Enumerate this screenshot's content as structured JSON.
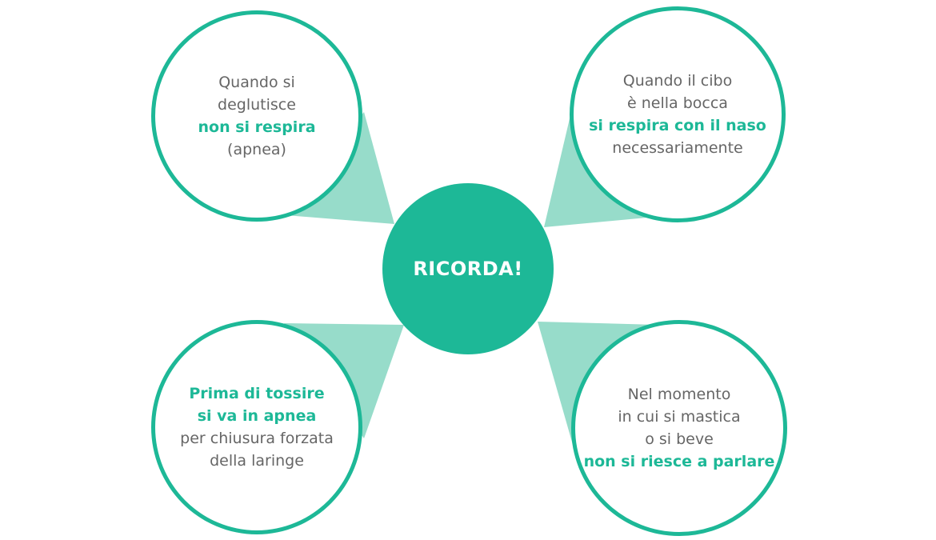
{
  "colors": {
    "primary": "#1db897",
    "connector": "#97dcca",
    "text": "#666666",
    "background": "#ffffff"
  },
  "center": {
    "label": "RICORDA!"
  },
  "bubbles": {
    "top_left": {
      "lines": [
        {
          "text": "Quando si",
          "highlight": false
        },
        {
          "text": "deglutisce",
          "highlight": false
        },
        {
          "text": "non si respira",
          "highlight": true
        },
        {
          "text": "(apnea)",
          "highlight": false
        }
      ]
    },
    "top_right": {
      "lines": [
        {
          "text": "Quando il cibo",
          "highlight": false
        },
        {
          "text": "è nella bocca",
          "highlight": false
        },
        {
          "text": "si respira con il naso",
          "highlight": true
        },
        {
          "text": "necessariamente",
          "highlight": false
        }
      ]
    },
    "bottom_left": {
      "lines": [
        {
          "text": "Prima di tossire",
          "highlight": true
        },
        {
          "text": "si va in apnea",
          "highlight": true
        },
        {
          "text": "per chiusura forzata",
          "highlight": false
        },
        {
          "text": "della laringe",
          "highlight": false
        }
      ]
    },
    "bottom_right": {
      "lines": [
        {
          "text": "Nel momento",
          "highlight": false
        },
        {
          "text": "in cui si mastica",
          "highlight": false
        },
        {
          "text": "o si beve",
          "highlight": false
        },
        {
          "text": "non si riesce a parlare",
          "highlight": true
        }
      ]
    }
  }
}
